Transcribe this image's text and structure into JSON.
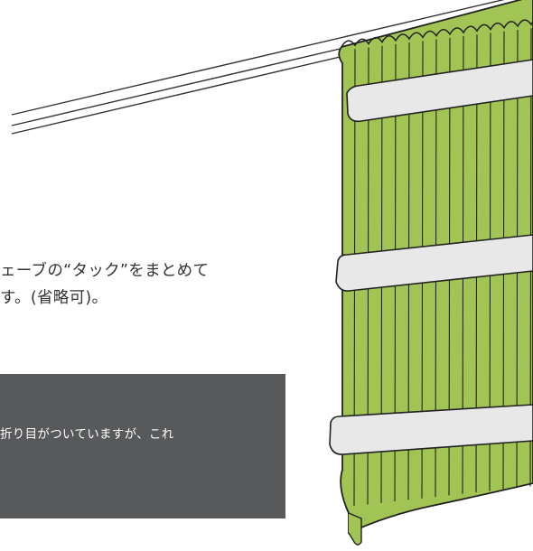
{
  "instruction": {
    "line1": "ェーブの“タック”をまとめて",
    "line2": "す。(省略可)。"
  },
  "note": {
    "text": "折り目がついていますが、これ"
  },
  "colors": {
    "curtain_fill": "#a2c454",
    "curtain_stroke": "#222222",
    "tie_band": "#e8e8e8",
    "note_background": "#58595b",
    "note_text": "#ffffff",
    "body_text": "#333333"
  }
}
